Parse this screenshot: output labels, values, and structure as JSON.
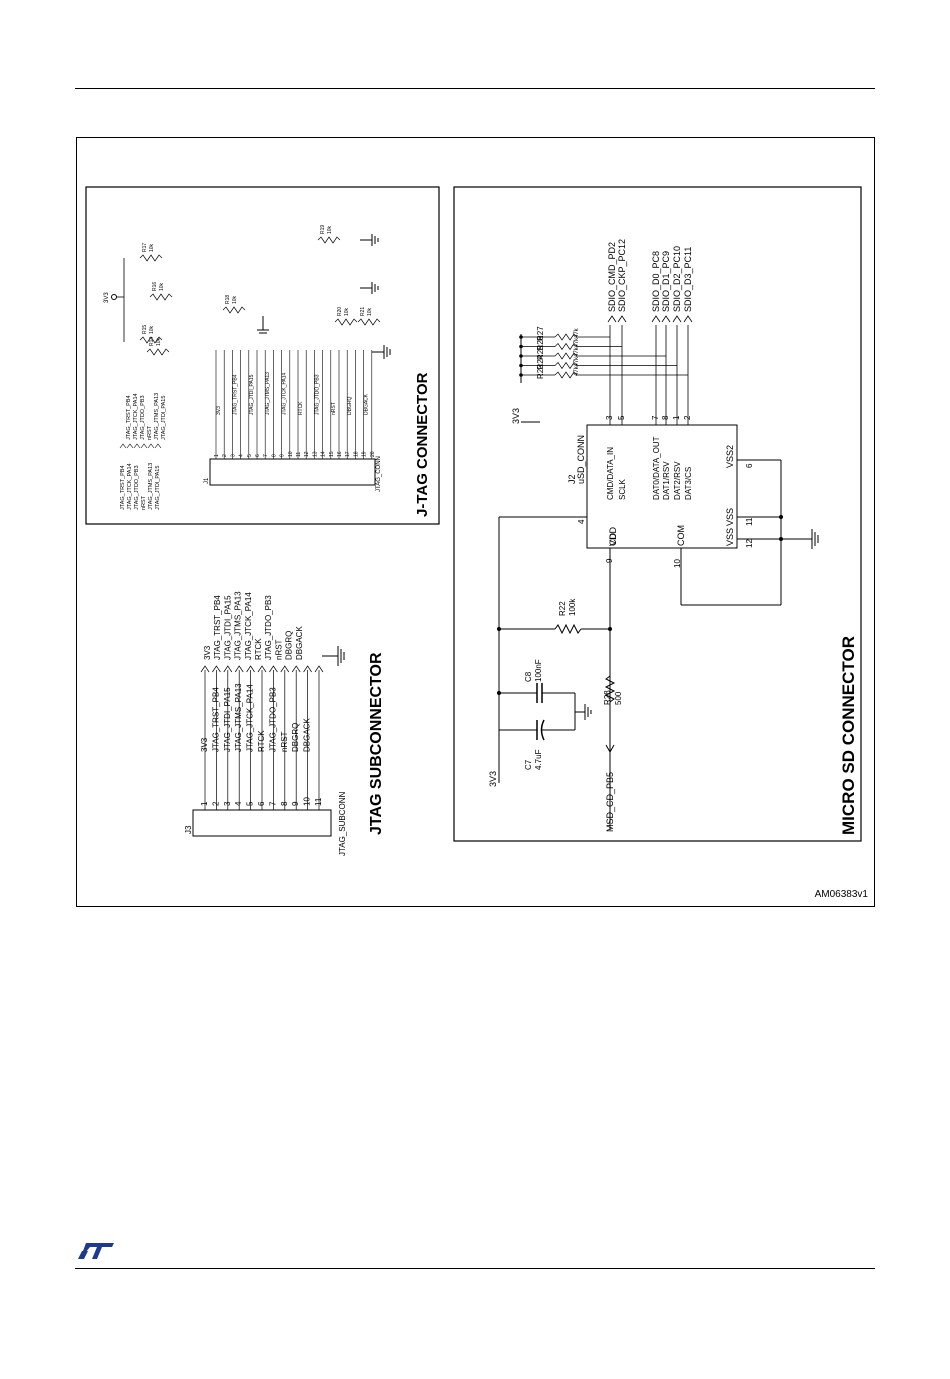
{
  "figure_id": "AM06383v1",
  "jtag_connector": {
    "title": "J-TAG CONNECTOR",
    "ref": "J1",
    "part": "JTAG_CONN",
    "net_3v3": "3V3",
    "pin_numbers": [
      "1",
      "2",
      "3",
      "4",
      "5",
      "6",
      "7",
      "8",
      "9",
      "10",
      "11",
      "12",
      "13",
      "14",
      "15",
      "16",
      "17",
      "18",
      "19",
      "20"
    ],
    "pin_nets": [
      "3V3",
      "JTAG_TRST_PB4",
      "JTAG_JTDI_PA15",
      "JTAG_JTMS_PA13",
      "JTAG_JTCK_PA14",
      "RTCK",
      "JTAG_JTDO_PB3",
      "nRST",
      "DBGRQ",
      "DBGACK"
    ],
    "ports": [
      "JTAG_TRST_PB4",
      "JTAG_JTCK_PA14",
      "JTAG_JTDO_PB3",
      "nRST",
      "JTAG_JTMS_PA13",
      "JTAG_JTDI_PA15"
    ],
    "ports_right": [
      "JTAG_TRST_PB4",
      "JTAG_JTCK_PA14",
      "JTAG_JTDO_PB3",
      "nRST",
      "JTAG_JTMS_PA13",
      "JTAG_JTDI_PA15"
    ],
    "resistors": [
      {
        "ref": "R17",
        "value": "10k"
      },
      {
        "ref": "R16",
        "value": "10k"
      },
      {
        "ref": "R15",
        "value": "10k"
      },
      {
        "ref": "R14",
        "value": "10k"
      },
      {
        "ref": "R18",
        "value": "10k"
      },
      {
        "ref": "R19",
        "value": "10k"
      },
      {
        "ref": "R20",
        "value": "10k"
      },
      {
        "ref": "R21",
        "value": "10k"
      }
    ]
  },
  "jtag_subconnector": {
    "title": "JTAG SUBCONNECTOR",
    "ref": "J3",
    "part": "JTAG_SUBCONN",
    "pin_numbers": [
      "1",
      "2",
      "3",
      "4",
      "5",
      "6",
      "7",
      "8",
      "9",
      "10",
      "11"
    ],
    "pin_nets": [
      "3V3",
      "JTAG_TRST_PB4",
      "JTAG_JTDI_PA15",
      "JTAG_JTMS_PA13",
      "JTAG_JTCK_PA14",
      "RTCK",
      "JTAG_JTDO_PB3",
      "nRST",
      "DBGRQ",
      "DBGACK"
    ],
    "port_nets": [
      "3V3",
      "JTAG_TRST_PB4",
      "JTAG_JTDI_PA15",
      "JTAG_JTMS_PA13",
      "JTAG_JTCK_PA14",
      "RTCK",
      "JTAG_JTDO_PB3",
      "nRST",
      "DBGRQ",
      "DBGACK"
    ]
  },
  "micro_sd": {
    "title": "MICRO SD CONNECTOR",
    "ref": "J2",
    "part": "uSD_CONN",
    "net_3v3_top": "3V3",
    "net_3v3_bottom": "3V3",
    "pins_top": [
      {
        "num": "3",
        "name": "CMD/DATA_IN"
      },
      {
        "num": "5",
        "name": "SCLK"
      },
      {
        "num": "7",
        "name": "DAT0/DATA_OUT"
      },
      {
        "num": "8",
        "name": "DAT1/RSV"
      },
      {
        "num": "1",
        "name": "DAT2/RSV"
      },
      {
        "num": "2",
        "name": "DAT3/CS"
      }
    ],
    "pin_vdd": {
      "num": "4",
      "name": "VDD"
    },
    "pin_cd": {
      "num": "9",
      "name": "CD"
    },
    "pin_com": {
      "num": "10",
      "name": "COM"
    },
    "pin_vss1": {
      "num": "11",
      "name": "VSS"
    },
    "pin_vss2": {
      "num": "12",
      "name": "VSS"
    },
    "pin_vss3": {
      "num": "6",
      "name": "VSS2"
    },
    "sdio_nets": [
      "SDIO_CMD_PD2",
      "SDIO_CKP_PC12",
      "SDIO_D0_PC8",
      "SDIO_D1_PC9",
      "SDIO_D2_PC10",
      "SDIO_D3_PC11"
    ],
    "pullups": [
      {
        "ref": "R27",
        "value": "47k"
      },
      {
        "ref": "R26",
        "value": "47k"
      },
      {
        "ref": "R25",
        "value": "47k"
      },
      {
        "ref": "R24",
        "value": "47k"
      },
      {
        "ref": "R23",
        "value": "47k"
      }
    ],
    "r22": {
      "ref": "R22",
      "value": "100k"
    },
    "r28": {
      "ref": "R28",
      "value": "500"
    },
    "c8": {
      "ref": "C8",
      "value": "100nF"
    },
    "c7": {
      "ref": "C7",
      "value": "4.7uF"
    },
    "cd_net": "MSD_CD_PB5"
  }
}
